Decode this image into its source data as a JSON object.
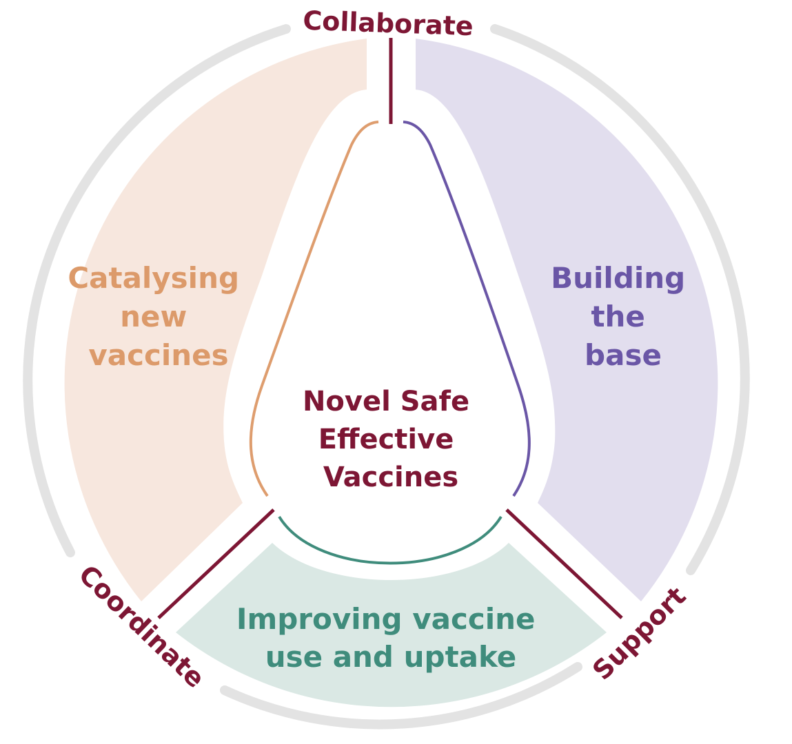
{
  "colors": {
    "maroon": "#7d1634",
    "orange_text": "#dc9a6a",
    "orange_line": "#de9d6e",
    "orange_fill": "#f7e7de",
    "purple_text": "#6a56a6",
    "purple_line": "#6a56a6",
    "purple_fill": "#e2deee",
    "teal_text": "#3f8c7c",
    "teal_line": "#3f8c7c",
    "teal_fill": "#dae8e4",
    "ring": "#e3e3e3"
  },
  "segments": {
    "left": {
      "lines": [
        "Catalysing",
        "new",
        "vaccines"
      ]
    },
    "right": {
      "lines": [
        "Building",
        "the",
        "base"
      ]
    },
    "bottom": {
      "lines": [
        "Improving vaccine",
        "use and uptake"
      ]
    }
  },
  "center": {
    "lines": [
      "Novel Safe",
      "Effective",
      "Vaccines"
    ]
  },
  "ring_labels": {
    "top": "Collaborate",
    "left": "Coordinate",
    "right": "Support"
  }
}
